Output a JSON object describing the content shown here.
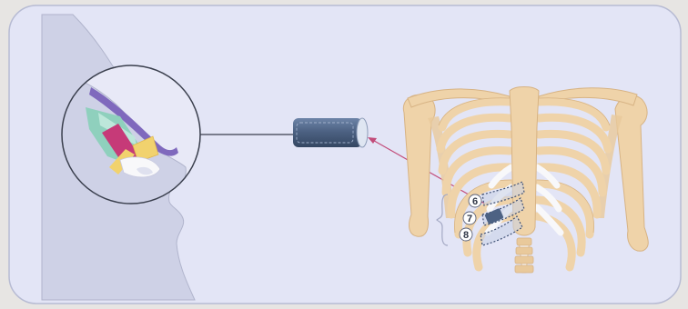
{
  "diagram": {
    "rib_labels": [
      "6",
      "7",
      "8"
    ],
    "colors": {
      "panel_bg": "#e3e5f6",
      "panel_border": "#b7bbd3",
      "bone": "#efd3a9",
      "bone_stroke": "#d7b384",
      "cartilage": "#f8f8fa",
      "graft_block": "#4d6283",
      "pointer_line": "#c24c7a",
      "nose_purple": "#7f69bd",
      "nose_teal": "#8fd0bd",
      "nose_magenta": "#c63a78",
      "nose_yellow": "#f1d26e"
    }
  }
}
